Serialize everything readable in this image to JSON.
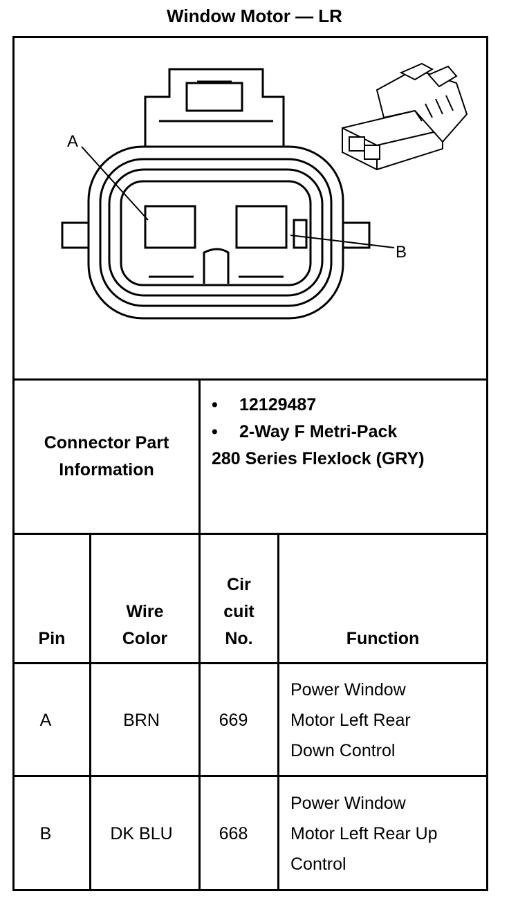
{
  "title": "Window Motor — LR",
  "diagram": {
    "label_a": "A",
    "label_b": "B"
  },
  "connector": {
    "label_line1": "Connector Part",
    "label_line2": "Information",
    "bullet1": "12129487",
    "bullet2": "2-Way F Metri-Pack",
    "line3": "280 Series Flexlock (GRY)"
  },
  "table": {
    "headers": {
      "pin": "Pin",
      "wire_color_1": "Wire",
      "wire_color_2": "Color",
      "circuit_1": "Cir",
      "circuit_2": "cuit",
      "circuit_3": "No.",
      "function": "Function"
    },
    "rows": [
      {
        "pin": "A",
        "color": "BRN",
        "circuit": "669",
        "function": [
          "Power Window",
          "Motor Left Rear",
          "Down Control"
        ]
      },
      {
        "pin": "B",
        "color": "DK BLU",
        "circuit": "668",
        "function": [
          "Power Window",
          "Motor Left Rear Up",
          "Control"
        ]
      }
    ]
  }
}
